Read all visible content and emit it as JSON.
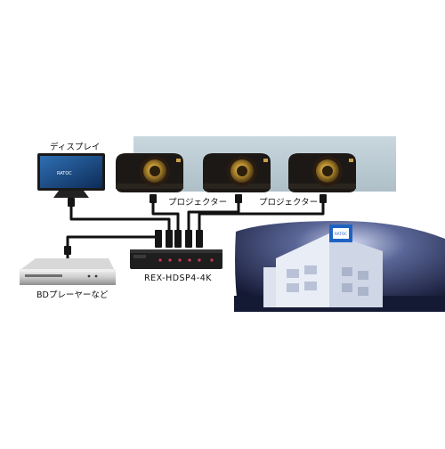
{
  "labels": {
    "display": "ディスプレイ",
    "projector_1": "プロジェクター",
    "projector_2": "プロジェクター",
    "player": "BDプレーヤーなど",
    "model": "REX-HDSP4-4K",
    "display_brand": "RATOC",
    "booth_sign": "RATOC"
  },
  "colors": {
    "background": "#ffffff",
    "cable": "#111111",
    "projector_body": "#1c1815",
    "projector_lens_ring": "#c8a24a",
    "hall_night": "#1a1f3d",
    "booth": "#e9edf5",
    "port_led": "#d23b5a"
  },
  "icons": [
    "display-icon",
    "projector-icon",
    "splitter-icon",
    "bd-player-icon",
    "booth-icon"
  ]
}
